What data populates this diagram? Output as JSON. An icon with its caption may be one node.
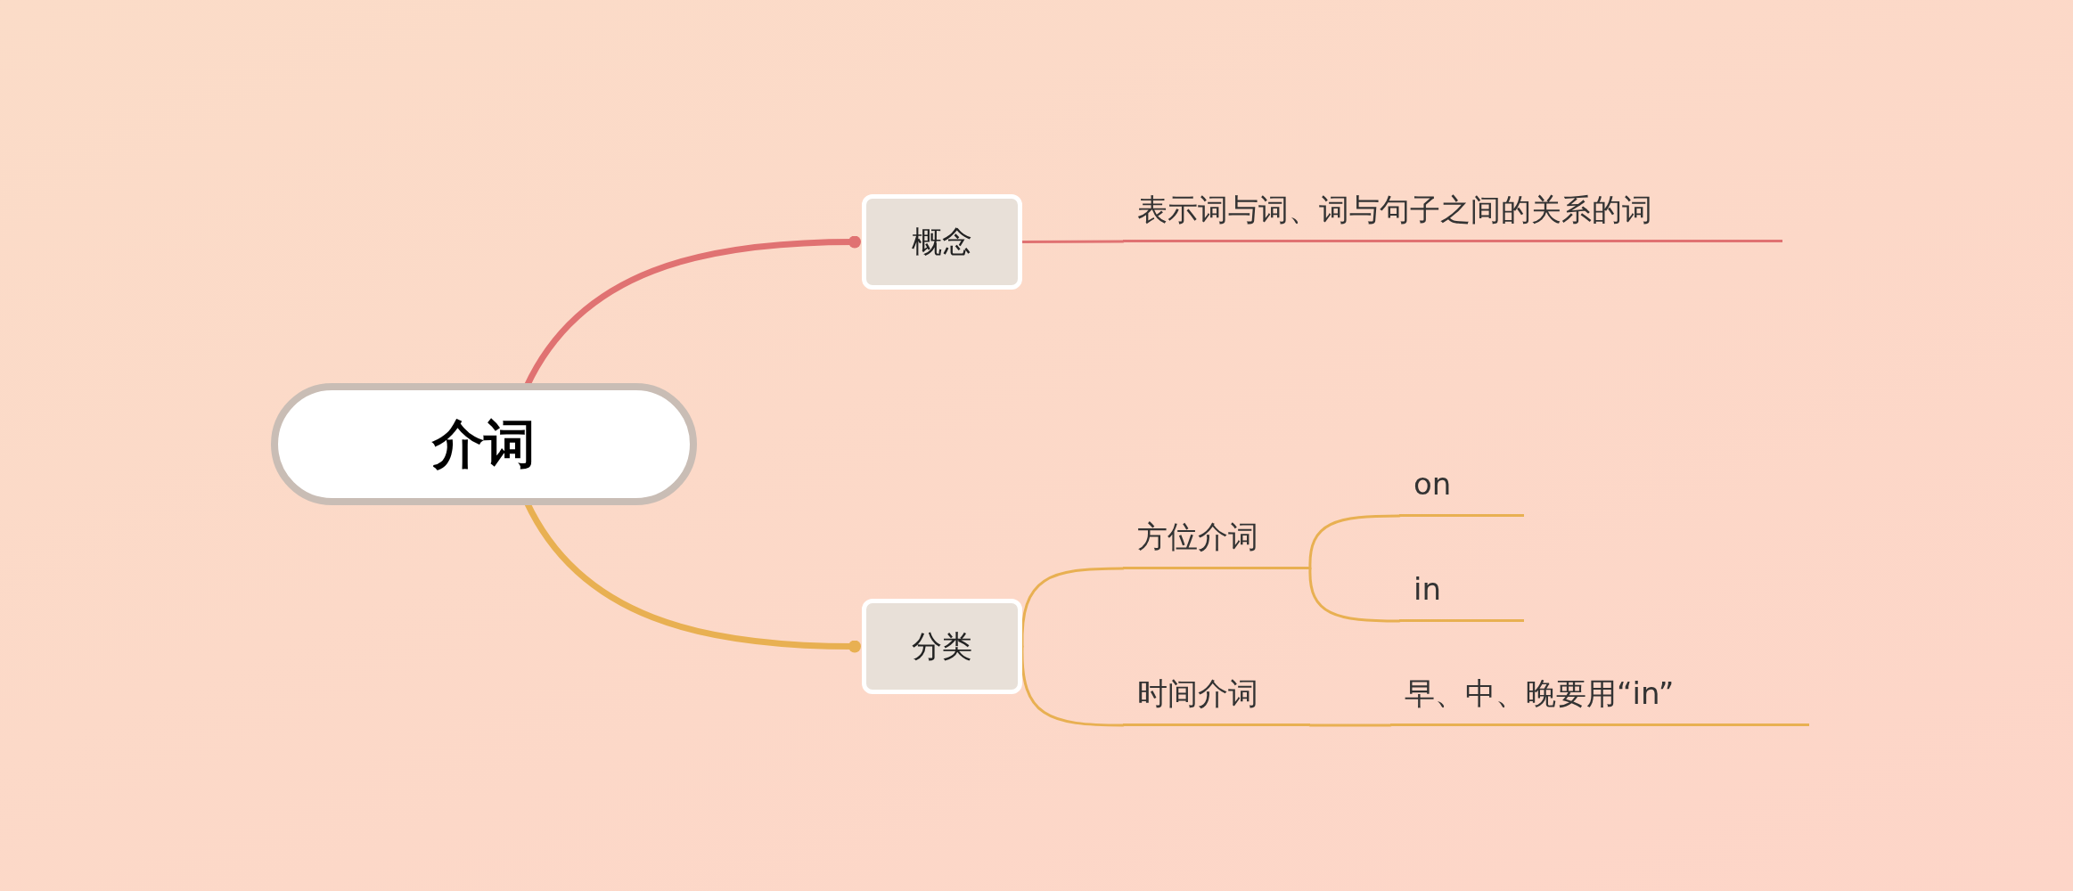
{
  "diagram": {
    "nodes": [
      {
        "text": [
          "介词"
        ]
      },
      {
        "text": [
          "概念"
        ]
      },
      {
        "text": [
          "表示词与词、词与句子之间的关系的词"
        ]
      },
      {
        "text": [
          "分类"
        ]
      },
      {
        "text": [
          "方位介词"
        ]
      },
      {
        "text": [
          "on"
        ]
      },
      {
        "text": [
          "in"
        ]
      },
      {
        "text": [
          "时间介词"
        ]
      },
      {
        "text": [
          "早、中、晚要用“in”"
        ]
      }
    ],
    "edges": [
      {
        "from": 0,
        "to": 1,
        "arrow": "other",
        "style": "thick",
        "color": "#e07272"
      },
      {
        "from": 1,
        "to": 2,
        "arrow": "none",
        "color": "#e07272"
      },
      {
        "from": 0,
        "to": 3,
        "arrow": "other",
        "style": "thick"
      },
      {
        "from": 3,
        "to": 4,
        "arrow": "none"
      },
      {
        "from": 3,
        "to": 7,
        "arrow": "none"
      },
      {
        "from": 4,
        "to": 5,
        "arrow": "none"
      },
      {
        "from": 4,
        "to": 6,
        "arrow": "none"
      },
      {
        "from": 7,
        "to": 8,
        "arrow": "none"
      }
    ]
  }
}
